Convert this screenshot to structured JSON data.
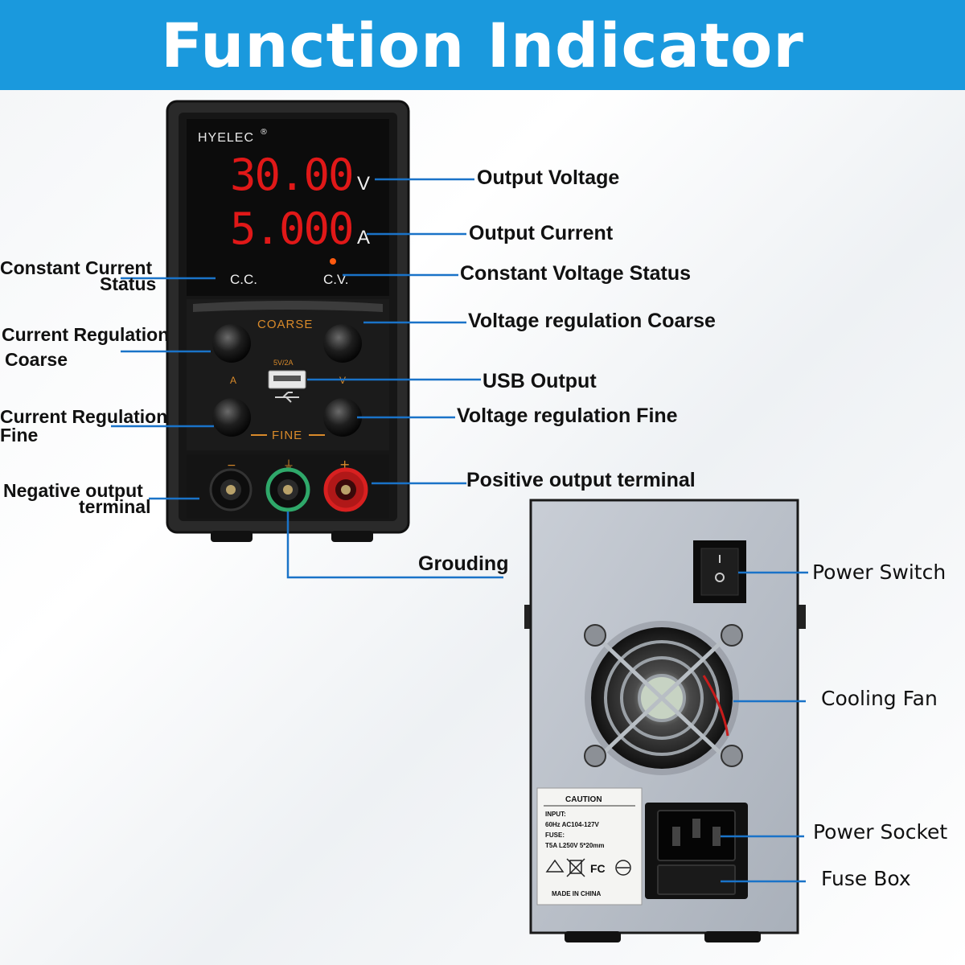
{
  "banner": {
    "title": "Function Indicator"
  },
  "front_panel": {
    "brand": "HYELEC",
    "brand_mark": "®",
    "voltage_display": "30.00",
    "voltage_unit": "V",
    "current_display": "5.000",
    "current_unit": "A",
    "cc_label": "C.C.",
    "cv_label": "C.V.",
    "coarse_label": "COARSE",
    "fine_label": "FINE",
    "usb_rating": "5V/2A",
    "knob_a_label": "A",
    "knob_v_label": "V",
    "terminal_negative_mark": "−",
    "terminal_ground_mark": "⏚",
    "terminal_positive_mark": "+"
  },
  "callouts": {
    "output_voltage": "Output Voltage",
    "output_current": "Output Current",
    "constant_current_status_line1": "Constant Current",
    "constant_current_status_line2": "Status",
    "constant_voltage_status": "Constant Voltage Status",
    "voltage_regulation_coarse": "Voltage regulation Coarse",
    "current_regulation_coarse_line1": "Current Regulation",
    "current_regulation_coarse_line2": "Coarse",
    "usb_output": "USB Output",
    "current_regulation_fine_line1": "Current Regulation",
    "current_regulation_fine_line2": "Fine",
    "voltage_regulation_fine": "Voltage regulation Fine",
    "negative_output_terminal_line1": "Negative output",
    "negative_output_terminal_line2": "terminal",
    "positive_output_terminal": "Positive output terminal",
    "grounding": "Grouding",
    "power_switch": "Power Switch",
    "cooling_fan": "Cooling Fan",
    "power_socket": "Power Socket",
    "fuse_box": "Fuse Box"
  },
  "rear_label": {
    "title": "CAUTION",
    "input": "INPUT:",
    "input_spec": "60Hz  AC104-127V",
    "fuse": "FUSE:",
    "fuse_spec": "T5A  L250V 5*20mm",
    "cert_fc": "FC",
    "made_in": "MADE IN CHINA"
  },
  "colors": {
    "banner": "#1a99dd",
    "leader_line": "#1a73c8",
    "led_red": "#e01818"
  }
}
